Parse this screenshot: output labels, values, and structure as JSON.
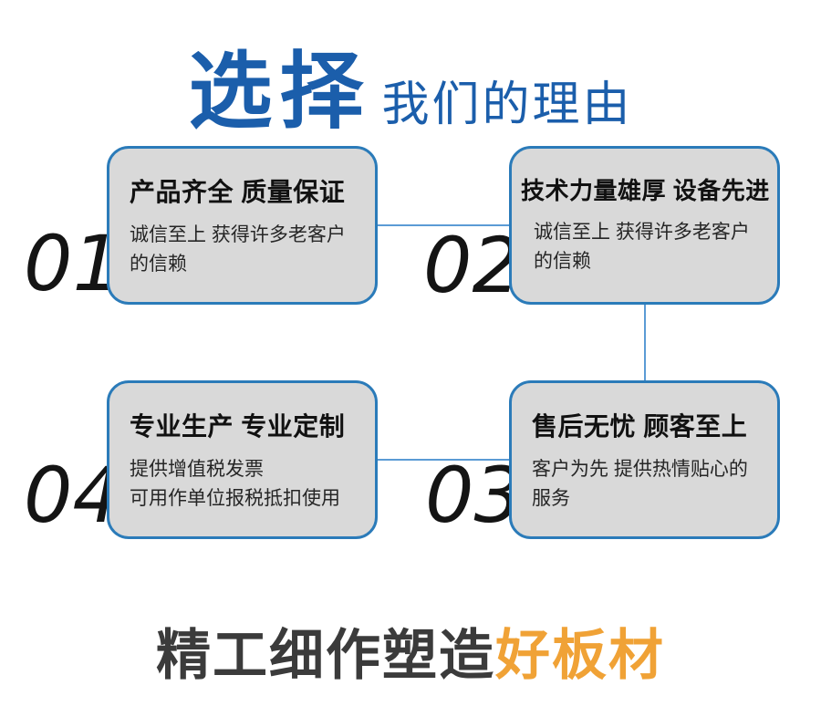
{
  "header": {
    "title_main": "选择",
    "title_sub": "我们的理由"
  },
  "reasons": [
    {
      "number": "01",
      "title": "产品齐全 质量保证",
      "desc": "诚信至上 获得许多老客户\n的信赖"
    },
    {
      "number": "02",
      "title": "技术力量雄厚 设备先进",
      "desc": "诚信至上 获得许多老客户\n的信赖"
    },
    {
      "number": "04",
      "title": "专业生产 专业定制",
      "desc": "提供增值税发票\n可用作单位报税抵扣使用"
    },
    {
      "number": "03",
      "title": "售后无忧 顾客至上",
      "desc": "客户为先 提供热情贴心的\n服务"
    }
  ],
  "footer": {
    "tagline_dark": "精工细作塑造",
    "tagline_orange": "好板材"
  },
  "colors": {
    "title_blue": "#1b5eab",
    "box_border_blue": "#2b7bb9",
    "box_fill_gray": "#d9d9d9",
    "connector_blue": "#5b9bd5",
    "number_black": "#141414",
    "tagline_dark": "#3b3b3b",
    "tagline_orange": "#f0a236",
    "background": "#ffffff"
  }
}
